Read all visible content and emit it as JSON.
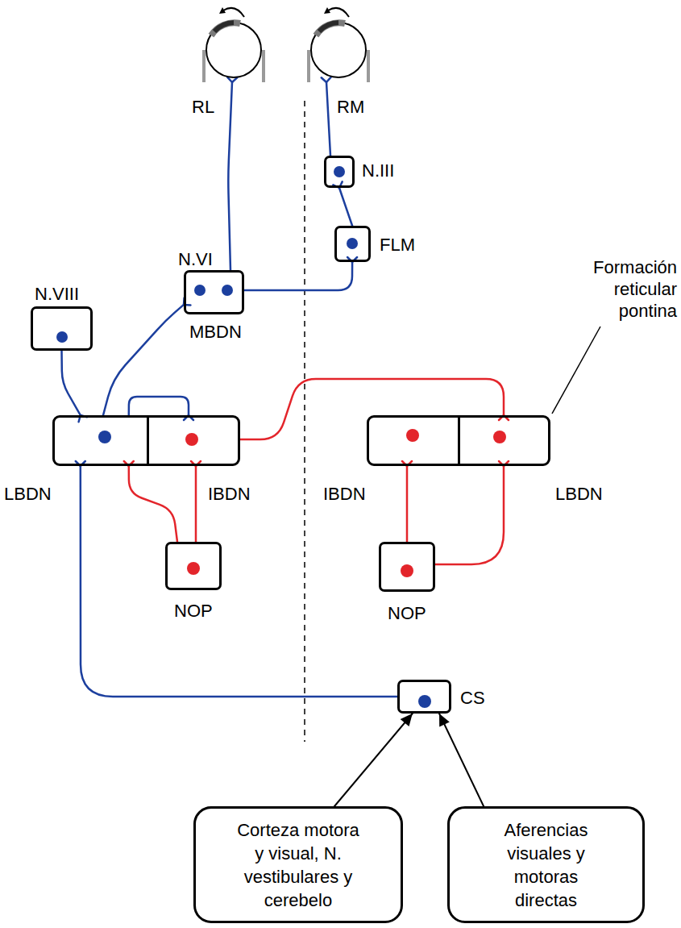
{
  "diagram": {
    "nodes": [
      {
        "text": [
          "RL"
        ]
      },
      {
        "text": [
          "RM"
        ]
      },
      {
        "text": [
          "N.III"
        ]
      },
      {
        "text": [
          "FLM"
        ]
      },
      {
        "text": [
          "N.VI",
          "MBDN"
        ]
      },
      {
        "text": [
          "N.VIII"
        ]
      },
      {
        "text": [
          "LBDN"
        ]
      },
      {
        "text": [
          "IBDN"
        ]
      },
      {
        "text": [
          "IBDN"
        ]
      },
      {
        "text": [
          "LBDN"
        ]
      },
      {
        "text": [
          "NOP"
        ]
      },
      {
        "text": [
          "NOP"
        ]
      },
      {
        "text": [
          "CS"
        ]
      },
      {
        "text": [
          "Corteza motora y visual, N. vestibulares y cerebelo"
        ]
      },
      {
        "text": [
          "Aferencias visuales y motoras directas"
        ]
      }
    ],
    "edges": [
      {
        "from": 2,
        "to": 1,
        "arrow": "to"
      },
      {
        "from": 3,
        "to": 2,
        "arrow": "to"
      },
      {
        "from": 4,
        "to": 3,
        "arrow": "to"
      },
      {
        "from": 4,
        "to": 0,
        "arrow": "to"
      },
      {
        "from": 6,
        "to": 4,
        "arrow": "to"
      },
      {
        "from": 5,
        "to": 6,
        "arrow": "to"
      },
      {
        "from": 6,
        "to": 7,
        "arrow": "to"
      },
      {
        "from": 12,
        "to": 6,
        "arrow": "to"
      },
      {
        "from": 10,
        "to": 6,
        "arrow": "to"
      },
      {
        "from": 10,
        "to": 7,
        "arrow": "to"
      },
      {
        "from": 7,
        "to": 9,
        "arrow": "to"
      },
      {
        "from": 11,
        "to": 8,
        "arrow": "to"
      },
      {
        "from": 11,
        "to": 9,
        "arrow": "to"
      },
      {
        "from": 13,
        "to": 12,
        "arrow": "to"
      },
      {
        "from": 14,
        "to": 12,
        "arrow": "to"
      }
    ],
    "labels": [
      "Formación reticular pontina"
    ]
  }
}
